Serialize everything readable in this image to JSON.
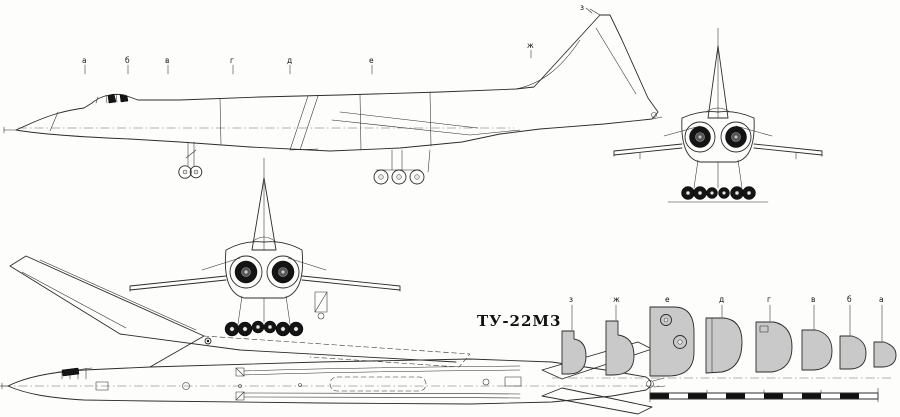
{
  "title": "ТУ-22М3",
  "colors": {
    "paper": "#fdfdfb",
    "ink": "#2b2b2b",
    "section_fill": "#c9c9c9",
    "dark_fill": "#141414"
  },
  "cut_markers": [
    "а",
    "б",
    "в",
    "г",
    "д",
    "е",
    "ж",
    "з"
  ],
  "sections": {
    "labels": [
      "з",
      "ж",
      "е",
      "д",
      "г",
      "в",
      "б",
      "а"
    ]
  }
}
